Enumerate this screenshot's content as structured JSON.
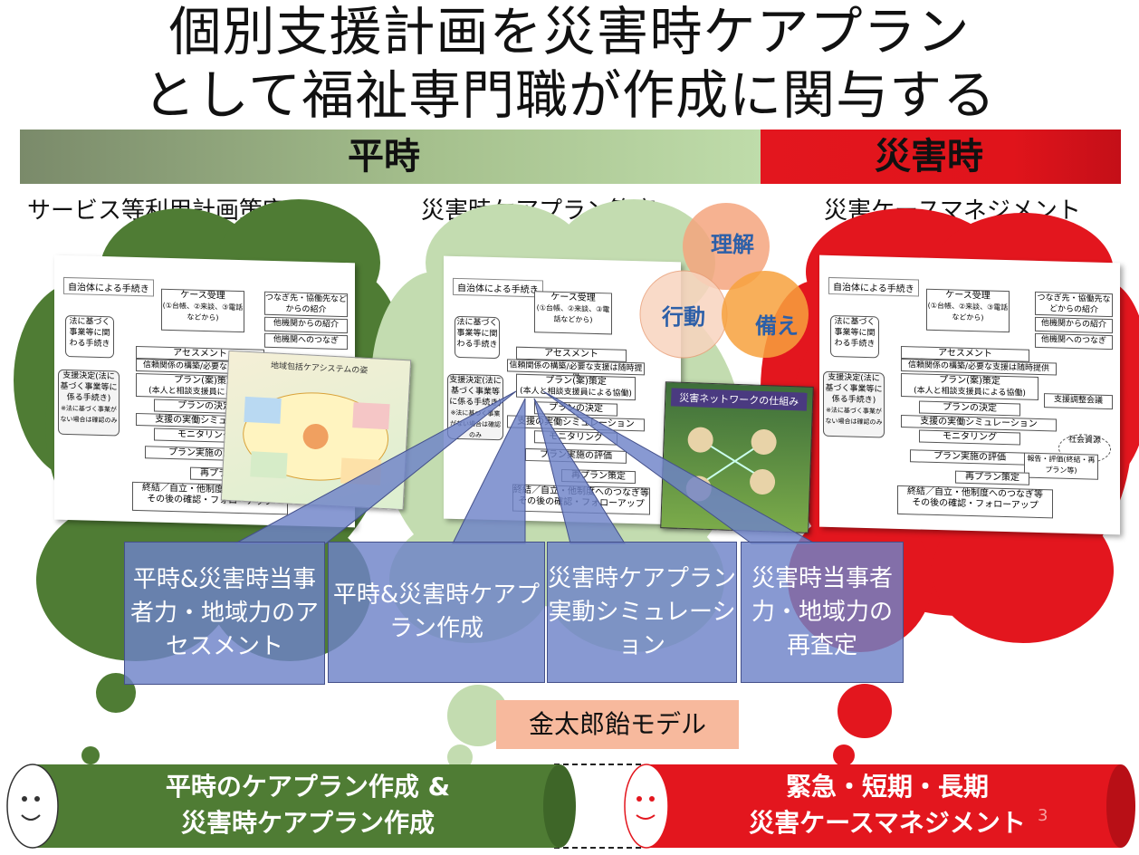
{
  "title": {
    "line1": "個別支援計画を災害時ケアプラン",
    "line2": "として福祉専門職が作成に関与する"
  },
  "bars": {
    "heiji": "平時",
    "saigai": "災害時"
  },
  "columns": {
    "left": "サービス等利用計画策定",
    "center": "災害時ケアプラン策定",
    "right": "災害ケースマネジメント"
  },
  "slide": {
    "header": "自治体による手続き",
    "case_intake": "ケース受理",
    "case_intake_sub": "(①台帳、②来談、③電話などから)",
    "referral": "つなぎ先・協働先などからの紹介",
    "from_agencies": "他機関からの紹介",
    "to_agencies": "他機関へのつなぎ",
    "legal": "法に基づく事業等に関わる手続き",
    "assessment": "アセスメント",
    "trust": "信頼関係の構築/必要な支援は随時提供",
    "plan_draft": "プラン(案)策定",
    "plan_draft_sub": "(本人と相談支援員による協働)",
    "support_decision": "支援決定(法に基づく事業等に係る手続き)",
    "note": "※法に基づく事業がない場合は確認のみ",
    "plan_decision": "プランの決定",
    "simulation": "支援の実働シミュレーション",
    "monitoring": "モニタリング",
    "evaluation": "プラン実施の評価",
    "replan": "再プラン策定",
    "end": "終結／自立・他制度へのつなぎ等",
    "followup": "その後の確認・フォローアップ",
    "coordination": "支援調整会議",
    "social_resources": "社会資源",
    "report": "報告・評価(終結・再プラン等)"
  },
  "insets": {
    "community": "地域包括ケアシステムの姿",
    "network": "災害ネットワークの仕組み"
  },
  "venn": {
    "understand": "理解",
    "action": "行動",
    "prepare": "備え"
  },
  "callouts": [
    "平時&災害時当事者力・地域力のアセスメント",
    "平時&災害時ケアプラン作成",
    "災害時ケアプラン実動シミュレーション",
    "災害時当事者力・地域力の再査定"
  ],
  "model_label": "金太郎飴モデル",
  "cylinders": {
    "left_line1": "平時のケアプラン作成 &",
    "left_line2": "災害時ケアプラン作成",
    "right_line1": "緊急・短期・長期",
    "right_line2": "災害ケースマネジメント"
  },
  "page_number": "3",
  "colors": {
    "green_dark": "#4f7c34",
    "green_light": "#c3dcb0",
    "red": "#e3161e",
    "callout_blue": "#6e82c8",
    "kin_salmon": "#f7b99d"
  }
}
